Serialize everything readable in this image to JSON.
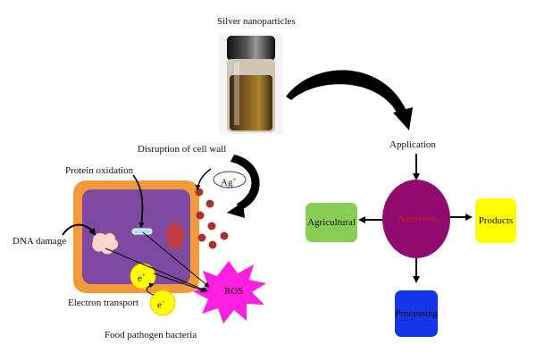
{
  "title": "Silver nanoparticles",
  "labels": {
    "disruption": "Disruption of cell wall",
    "protein_oxidation": "Protein oxidation",
    "dna_damage": "DNA damage",
    "electron_transport": "Electron transport",
    "food_pathogen": "Food pathogen bacteria",
    "ag_ion": "Ag",
    "ag_charge": "+",
    "ros": "ROS",
    "e_plus": "e",
    "e_plus_sup": "+",
    "e_minus": "e",
    "e_minus_sup": "−"
  },
  "application": {
    "title": "Application",
    "center": "Nanofoods",
    "items": {
      "agricultural": "Agricultural",
      "products": "Products",
      "processing": "Processing"
    }
  },
  "colors": {
    "cell_wall": "#F39A3C",
    "cytoplasm": "#7E49A0",
    "ros": "#FF1FE0",
    "electron": "#FFFF00",
    "silver_particle": "#A8322F",
    "nanofoods": "#8F0C6E",
    "agricultural": "#8ACD55",
    "products": "#FFFF00",
    "processing": "#1536E6"
  }
}
